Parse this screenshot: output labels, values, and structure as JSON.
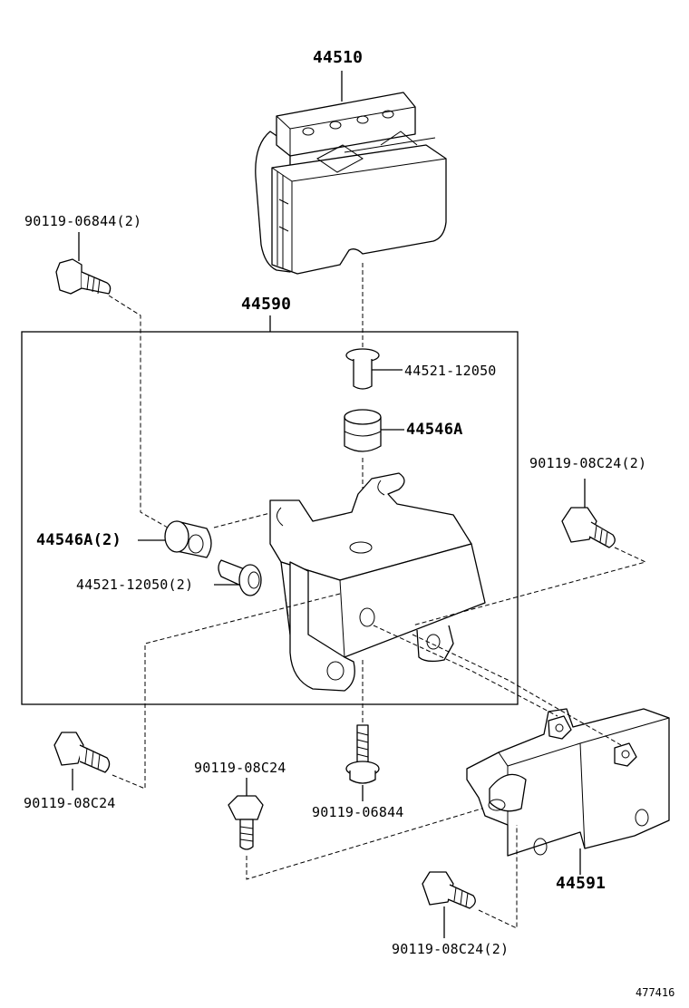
{
  "labels": {
    "abs_actuator": "44510",
    "bracket_assy": "44590",
    "cushion_bolt_top": "44521-12050",
    "cushion_top": "44546A",
    "bolt_top_left": "90119-06844(2)",
    "bolt_right": "90119-08C24(2)",
    "cushion_left": "44546A(2)",
    "cushion_bolt_left": "44521-12050(2)",
    "bolt_left_bottom": "90119-08C24",
    "bolt_mid_bottom": "90119-08C24",
    "bolt_vertical": "90119-06844",
    "bracket": "44591",
    "bolt_bottom": "90119-08C24(2)"
  },
  "diagram_code": "477416"
}
